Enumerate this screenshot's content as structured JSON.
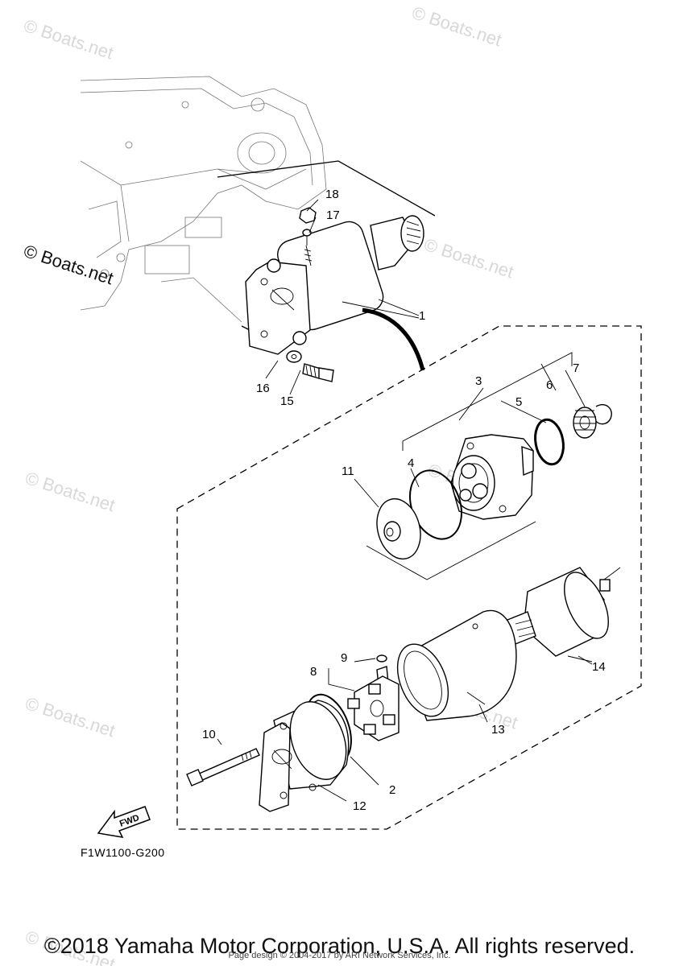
{
  "watermark": "© Boats.net",
  "diagram_code": "F1W1100-G200",
  "fwd_label": "FWD",
  "copyright": "©2018 Yamaha Motor Corporation, U.S.A. All rights reserved.",
  "page_design": "Page design © 2004-2017 by ARI Network Services, Inc.",
  "callouts": [
    "1",
    "2",
    "3",
    "4",
    "5",
    "6",
    "7",
    "8",
    "9",
    "10",
    "11",
    "12",
    "13",
    "14",
    "15",
    "16",
    "17",
    "18"
  ]
}
